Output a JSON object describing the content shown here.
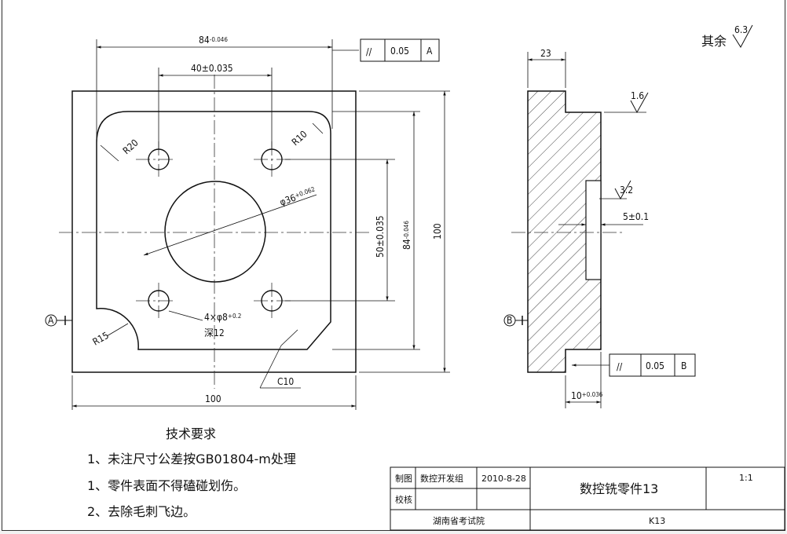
{
  "drawing": {
    "front_view": {
      "overall_width": "84",
      "overall_width_tol": "-0.046",
      "hole_spacing_x": "40±0.035",
      "hole_spacing_y": "50±0.035",
      "overall_height": "84",
      "overall_height_tol": "-0.046",
      "block_size_h": "100",
      "block_size_v": "100",
      "corner_r20": "R20",
      "corner_r10": "R10",
      "corner_r15": "R15",
      "bore_dia": "φ36",
      "bore_tol": "+0.062",
      "hole_callout": "4×φ8",
      "hole_callout_tol": "+0.2",
      "hole_depth": "深12",
      "chamfer": "C10",
      "datum_a": "A"
    },
    "side_view": {
      "thickness": "23",
      "surface_finish_top": "1.6",
      "surface_finish_pocket": "3.2",
      "pocket_depth": "5±0.1",
      "step_height": "10",
      "step_tol": "+0.036",
      "datum_b": "B"
    },
    "fcf_top": {
      "symbol": "//",
      "value": "0.05",
      "datum": "A"
    },
    "fcf_bottom": {
      "symbol": "//",
      "value": "0.05",
      "datum": "B"
    },
    "general_roughness_label": "其余",
    "general_roughness_value": "6.3"
  },
  "requirements": {
    "title": "技术要求",
    "items": [
      "1、未注尺寸公差按GB01804-m处理",
      "1、零件表面不得磕碰划伤。",
      "2、去除毛刺飞边。"
    ]
  },
  "title_block": {
    "drawn_label": "制图",
    "drawn_by": "数控开发组",
    "date": "2010-8-28",
    "checked_label": "校核",
    "part_name": "数控铣零件13",
    "scale": "1:1",
    "org": "湖南省考试院",
    "part_no": "K13"
  }
}
